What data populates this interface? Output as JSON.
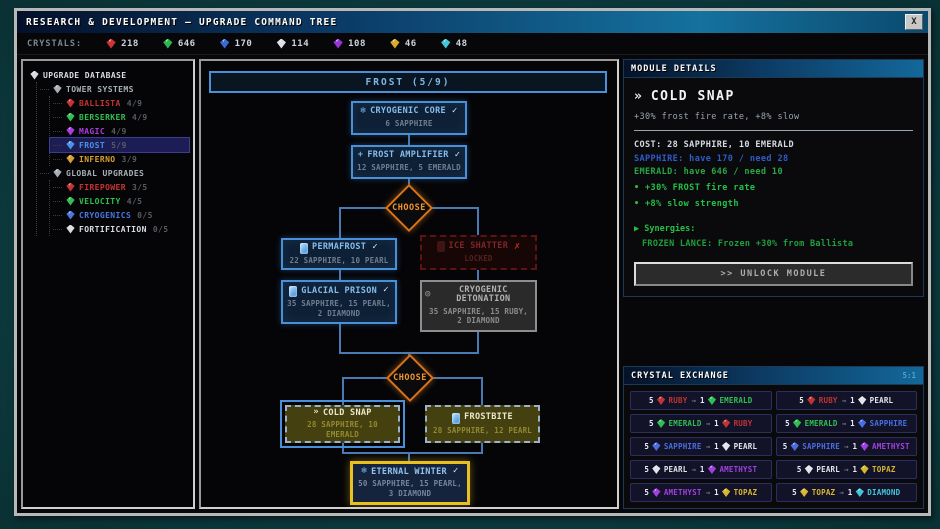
{
  "window": {
    "title": "RESEARCH & DEVELOPMENT — UPGRADE COMMAND TREE",
    "close_label": "X"
  },
  "crystals_bar": {
    "label": "CRYSTALS:",
    "items": [
      {
        "name": "ruby",
        "color": "#cf3434",
        "value": "218"
      },
      {
        "name": "emerald",
        "color": "#2db84e",
        "value": "646"
      },
      {
        "name": "sapphire",
        "color": "#3a6ad8",
        "value": "170"
      },
      {
        "name": "pearl",
        "color": "#dde2e8",
        "value": "114"
      },
      {
        "name": "amethyst",
        "color": "#9a34d8",
        "value": "108"
      },
      {
        "name": "topaz",
        "color": "#d8ab2c",
        "value": "46"
      },
      {
        "name": "diamond",
        "color": "#44c6d8",
        "value": "48"
      }
    ]
  },
  "sidebar": {
    "root": {
      "label": "UPGRADE DATABASE",
      "color": "#d8dde2"
    },
    "groups": [
      {
        "label": "TOWER SYSTEMS",
        "color": "#a8b0b6",
        "items": [
          {
            "label": "BALLISTA",
            "count": "4/9",
            "color": "#c83232"
          },
          {
            "label": "BERSERKER",
            "count": "4/9",
            "color": "#30c050"
          },
          {
            "label": "MAGIC",
            "count": "4/9",
            "color": "#aa3ce0"
          },
          {
            "label": "FROST",
            "count": "5/9",
            "color": "#4a92e8"
          },
          {
            "label": "INFERNO",
            "count": "3/9",
            "color": "#d8a032"
          }
        ]
      },
      {
        "label": "GLOBAL UPGRADES",
        "color": "#a8b0b6",
        "items": [
          {
            "label": "FIREPOWER",
            "count": "3/5",
            "color": "#c83232"
          },
          {
            "label": "VELOCITY",
            "count": "4/5",
            "color": "#30c050"
          },
          {
            "label": "CRYOGENICS",
            "count": "0/5",
            "color": "#4a78e0"
          },
          {
            "label": "FORTIFICATION",
            "count": "0/5",
            "color": "#d8dde2"
          }
        ]
      }
    ]
  },
  "tree": {
    "header": "FROST (5/9)",
    "choose_label": "CHOOSE",
    "nodes": {
      "cryogenic_core": {
        "icon": "❄",
        "title": "CRYOGENIC CORE",
        "cost": "6 SAPPHIRE",
        "check": "✓"
      },
      "frost_amplifier": {
        "icon": "+",
        "title": "FROST AMPLIFIER",
        "cost": "12 SAPPHIRE, 5 EMERALD",
        "check": "✓"
      },
      "permafrost": {
        "title": "PERMAFROST",
        "cost": "22 SAPPHIRE, 10 PEARL",
        "check": "✓"
      },
      "ice_shatter": {
        "title": "ICE SHATTER",
        "cost": "LOCKED",
        "check": "✗"
      },
      "glacial_prison": {
        "title": "GLACIAL PRISON",
        "cost": "35 SAPPHIRE, 15 PEARL, 2 DIAMOND",
        "check": "✓"
      },
      "cryogenic_detonation": {
        "icon": "◎",
        "title": "CRYOGENIC DETONATION",
        "cost": "35 SAPPHIRE, 15 RUBY, 2 DIAMOND"
      },
      "cold_snap": {
        "icon": "»",
        "title": "COLD SNAP",
        "cost": "28 SAPPHIRE, 10 EMERALD"
      },
      "frostbite": {
        "title": "FROSTBITE",
        "cost": "28 SAPPHIRE, 12 PEARL"
      },
      "eternal_winter": {
        "icon": "❄",
        "title": "ETERNAL WINTER",
        "cost": "50 SAPPHIRE, 15 PEARL, 3 DIAMOND",
        "check": "✓"
      }
    }
  },
  "module": {
    "header": "MODULE DETAILS",
    "chevrons": "»",
    "title": "COLD SNAP",
    "subtitle": "+30% frost fire rate, +8% slow",
    "cost_line": "COST: 28 SAPPHIRE, 10 EMERALD",
    "resources": [
      {
        "text": "SAPPHIRE: have 170 / need 28",
        "color": "#2e5cc8"
      },
      {
        "text": "EMERALD: have 646 / need 10",
        "color": "#28a845"
      }
    ],
    "effects": [
      "• +30% FROST fire rate",
      "• +8% slow strength"
    ],
    "synergies_header": "▶ Synergies:",
    "synergy_line": "FROZEN LANCE: Frozen +30% from Ballista",
    "unlock_button": ">> UNLOCK MODULE"
  },
  "exchange": {
    "header": "CRYSTAL EXCHANGE",
    "ratio": "5:1",
    "give_qty": "5",
    "get_qty": "1",
    "arrow": "→",
    "items": [
      {
        "give": "RUBY",
        "give_color": "#c03434",
        "get": "EMERALD",
        "get_color": "#30c050"
      },
      {
        "give": "RUBY",
        "give_color": "#c03434",
        "get": "PEARL",
        "get_color": "#e2e6ea"
      },
      {
        "give": "EMERALD",
        "give_color": "#30c050",
        "get": "RUBY",
        "get_color": "#c03434"
      },
      {
        "give": "EMERALD",
        "give_color": "#30c050",
        "get": "SAPPHIRE",
        "get_color": "#4a6ee0"
      },
      {
        "give": "SAPPHIRE",
        "give_color": "#4a6ee0",
        "get": "PEARL",
        "get_color": "#e2e6ea"
      },
      {
        "give": "SAPPHIRE",
        "give_color": "#4a6ee0",
        "get": "AMETHYST",
        "get_color": "#a040e0"
      },
      {
        "give": "PEARL",
        "give_color": "#e2e6ea",
        "get": "AMETHYST",
        "get_color": "#a040e0"
      },
      {
        "give": "PEARL",
        "give_color": "#e2e6ea",
        "get": "TOPAZ",
        "get_color": "#d8b830"
      },
      {
        "give": "AMETHYST",
        "give_color": "#a040e0",
        "get": "TOPAZ",
        "get_color": "#d8b830"
      },
      {
        "give": "TOPAZ",
        "give_color": "#d8b830",
        "get": "DIAMOND",
        "get_color": "#44c6d8"
      }
    ]
  }
}
